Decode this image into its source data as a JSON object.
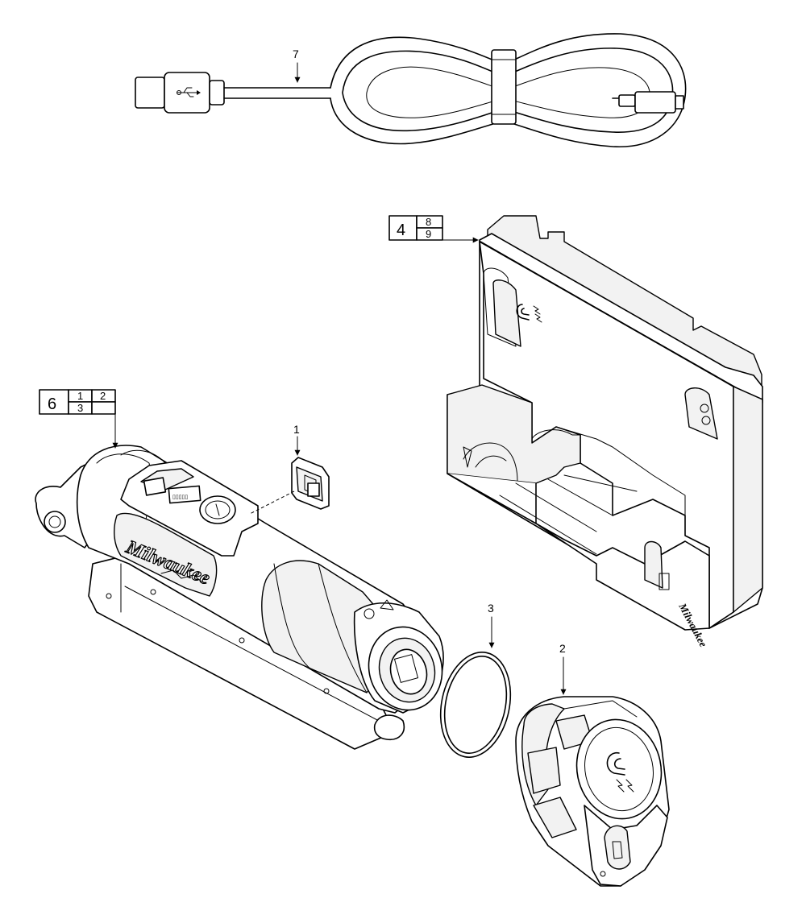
{
  "callouts": {
    "c1": "1",
    "c2": "2",
    "c3": "3",
    "c7": "7"
  },
  "kit_6": {
    "main": "6",
    "top_left": "1",
    "top_right": "2",
    "bottom_left": "3"
  },
  "kit_4": {
    "main": "4",
    "top": "8",
    "bottom": "9"
  },
  "brand_text": "Milwaukee"
}
